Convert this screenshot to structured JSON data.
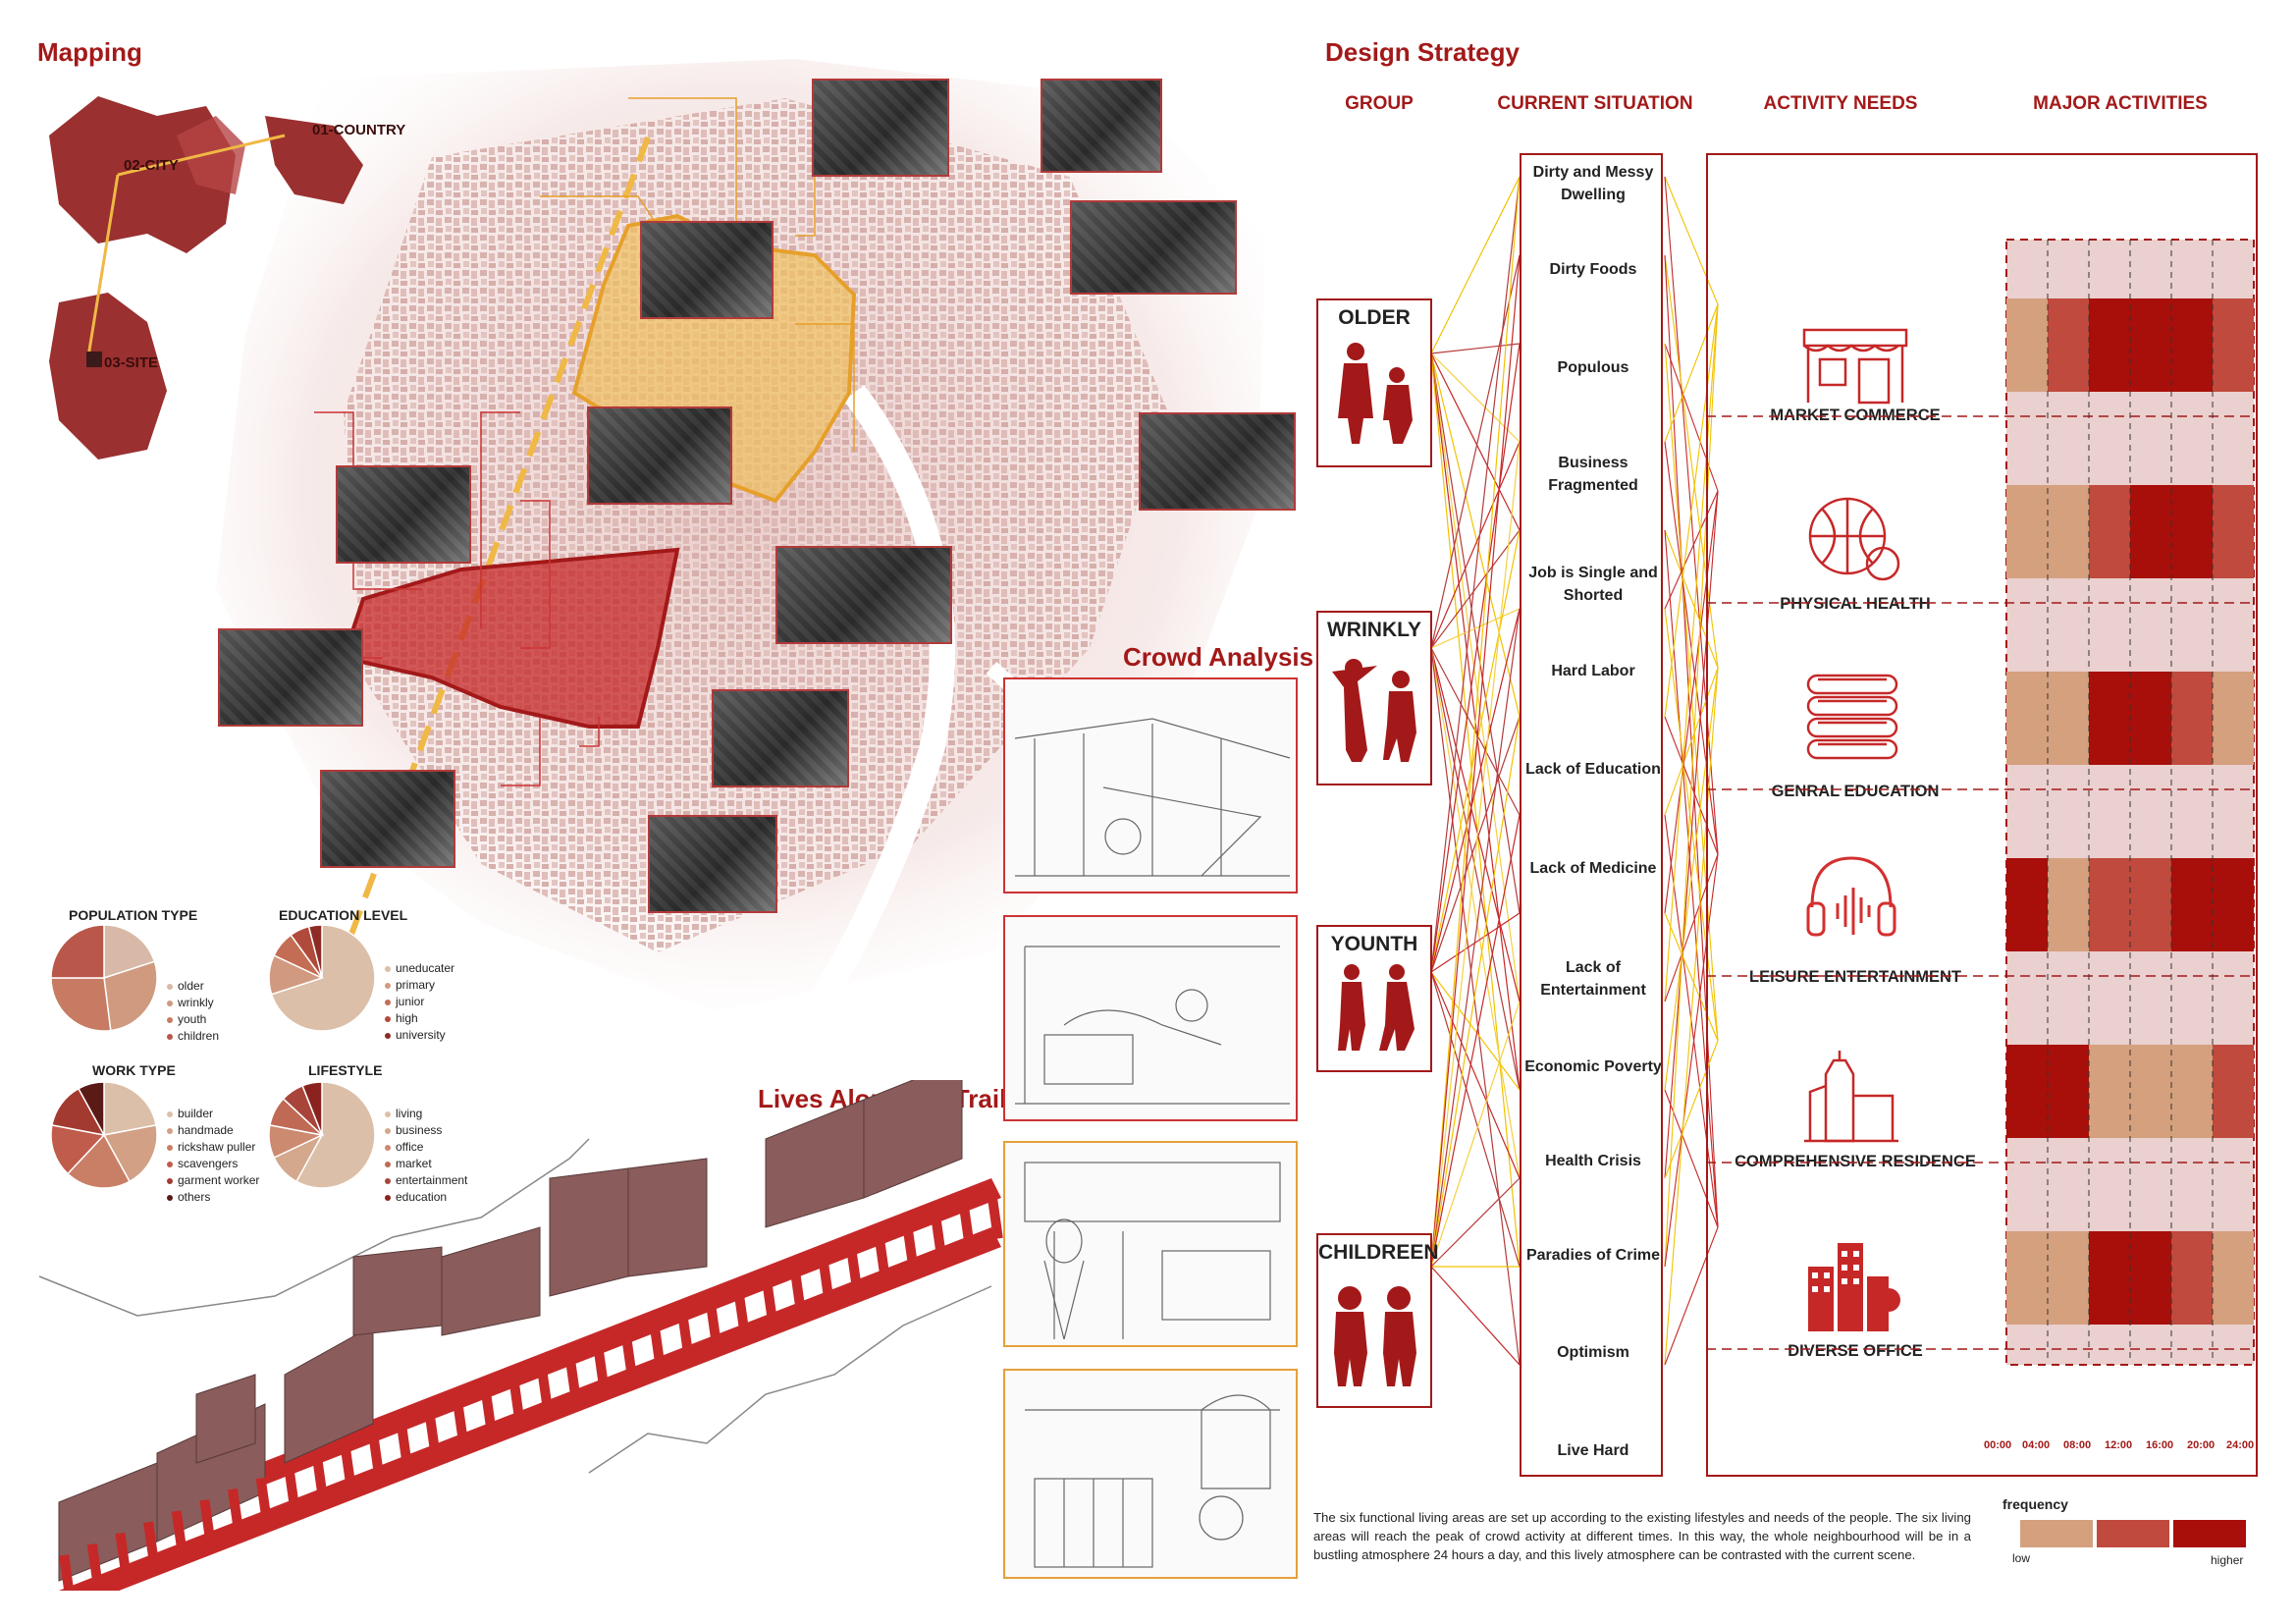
{
  "titles": {
    "mapping": "Mapping",
    "design_strategy": "Design Strategy",
    "crowd_analysis": "Crowd Analysis",
    "lives_trail": "Lives Along the Trail"
  },
  "map_labels": {
    "country": "01-COUNTRY",
    "city": "02-CITY",
    "site": "03-SITE"
  },
  "columns": {
    "group": "GROUP",
    "current_situation": "CURRENT SITUATION",
    "activity_needs": "ACTIVITY NEEDS",
    "major_activities": "MAJOR ACTIVITIES"
  },
  "groups": [
    "OLDER",
    "WRINKLY",
    "YOUNTH",
    "CHILDREEN"
  ],
  "situations": [
    "Dirty and Messy Dwelling",
    "Dirty Foods",
    "Populous",
    "Business Fragmented",
    "Job is Single and Shorted",
    "Hard Labor",
    "Lack of Education",
    "Lack of Medicine",
    "Lack of Entertainment",
    "Economic Poverty",
    "Health Crisis",
    "Paradies of Crime",
    "Optimism",
    "Live Hard"
  ],
  "activities": [
    {
      "label": "MARKET COMMERCE",
      "icon": "market-icon"
    },
    {
      "label": "PHYSICAL HEALTH",
      "icon": "basketball-icon"
    },
    {
      "label": "GENRAL EDUCATION",
      "icon": "books-icon"
    },
    {
      "label": "LEISURE ENTERTAINMENT",
      "icon": "headphones-icon"
    },
    {
      "label": "COMPREHENSIVE RESIDENCE",
      "icon": "residence-icon"
    },
    {
      "label": "DIVERSE OFFICE",
      "icon": "office-icon"
    }
  ],
  "heatmap": {
    "times": [
      "00:00",
      "04:00",
      "08:00",
      "12:00",
      "16:00",
      "20:00",
      "24:00"
    ],
    "levels_note": "1=low, 2=mid, 3=higher",
    "rows": [
      [
        1,
        2,
        3,
        3,
        3,
        2
      ],
      [
        1,
        1,
        2,
        3,
        3,
        2
      ],
      [
        1,
        1,
        3,
        3,
        2,
        1
      ],
      [
        3,
        1,
        2,
        2,
        3,
        3
      ],
      [
        3,
        3,
        1,
        1,
        1,
        2
      ],
      [
        1,
        1,
        3,
        3,
        2,
        1
      ]
    ],
    "colors": {
      "low": "#d4a07e",
      "mid": "#c04a3d",
      "high": "#a80f0a",
      "bg": "#ead0cf"
    }
  },
  "frequency_legend": {
    "title": "frequency",
    "low": "low",
    "higher": "higher"
  },
  "pies": [
    {
      "title": "POPULATION TYPE",
      "legend": [
        "older",
        "wrinkly",
        "youth",
        "children"
      ],
      "values": [
        20,
        28,
        27,
        25
      ],
      "colors": [
        "#d8b9a8",
        "#cf9a7e",
        "#c77b63",
        "#b8574a"
      ]
    },
    {
      "title": "EDUCATION LEVEL",
      "legend": [
        "uneducater",
        "primary",
        "junior",
        "high",
        "university"
      ],
      "values": [
        70,
        12,
        8,
        6,
        4
      ],
      "colors": [
        "#dcbfa8",
        "#d19a80",
        "#c46d55",
        "#b04a3b",
        "#8e2b25"
      ]
    },
    {
      "title": "WORK TYPE",
      "legend": [
        "builder",
        "handmade",
        "rickshaw puller",
        "scavengers",
        "garment worker",
        "others"
      ],
      "values": [
        22,
        20,
        20,
        16,
        14,
        8
      ],
      "colors": [
        "#dcbfa8",
        "#d2a085",
        "#c97f66",
        "#c05c4c",
        "#a33a30",
        "#5a1a16"
      ]
    },
    {
      "title": "LIFESTYLE",
      "legend": [
        "living",
        "business",
        "office",
        "market",
        "entertainment",
        "education"
      ],
      "values": [
        58,
        10,
        10,
        9,
        7,
        6
      ],
      "colors": [
        "#dcbfa8",
        "#d4a88c",
        "#cc8a70",
        "#c06a55",
        "#a9443a",
        "#8a231d"
      ]
    }
  ],
  "description": "The six functional living areas are set up according to the existing lifestyles and needs of the people. The six living areas will reach the peak of crowd activity at different times. In this way, the whole neighbourhood will be in a bustling atmosphere 24 hours a day, and this lively atmosphere can be contrasted with the current scene."
}
